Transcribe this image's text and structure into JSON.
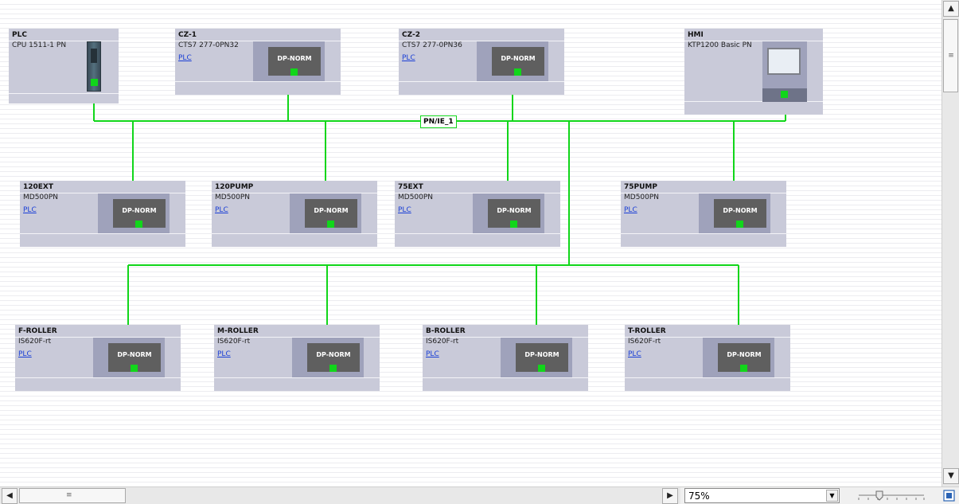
{
  "network": {
    "label": "PN/IE_1",
    "line_color": "#11d61a"
  },
  "devices": [
    {
      "id": "plc",
      "name": "PLC",
      "type": "CPU 1511-1 PN",
      "link": ""
    },
    {
      "id": "cz1",
      "name": "CZ-1",
      "type": "CTS7 277-0PN32",
      "link": "PLC",
      "module": "DP-NORM"
    },
    {
      "id": "cz2",
      "name": "CZ-2",
      "type": "CTS7 277-0PN36",
      "link": "PLC",
      "module": "DP-NORM"
    },
    {
      "id": "hmi",
      "name": "HMI",
      "type": "KTP1200 Basic PN",
      "link": ""
    },
    {
      "id": "ext120",
      "name": "120EXT",
      "type": "MD500PN",
      "link": "PLC",
      "module": "DP-NORM"
    },
    {
      "id": "pump120",
      "name": "120PUMP",
      "type": "MD500PN",
      "link": "PLC",
      "module": "DP-NORM"
    },
    {
      "id": "ext75",
      "name": "75EXT",
      "type": "MD500PN",
      "link": "PLC",
      "module": "DP-NORM"
    },
    {
      "id": "pump75",
      "name": "75PUMP",
      "type": "MD500PN",
      "link": "PLC",
      "module": "DP-NORM"
    },
    {
      "id": "froller",
      "name": "F-ROLLER",
      "type": "IS620F-rt",
      "link": "PLC",
      "module": "DP-NORM"
    },
    {
      "id": "mroller",
      "name": "M-ROLLER",
      "type": "IS620F-rt",
      "link": "PLC",
      "module": "DP-NORM"
    },
    {
      "id": "broller",
      "name": "B-ROLLER",
      "type": "IS620F-rt",
      "link": "PLC",
      "module": "DP-NORM"
    },
    {
      "id": "troller",
      "name": "T-ROLLER",
      "type": "IS620F-rt",
      "link": "PLC",
      "module": "DP-NORM"
    }
  ],
  "scrollbars": {
    "up_icon": "▲",
    "down_icon": "▼",
    "left_icon": "◀",
    "right_icon": "▶",
    "grip_icon": "≡"
  },
  "zoom": {
    "value": "75%",
    "dropdown_icon": "▼"
  }
}
